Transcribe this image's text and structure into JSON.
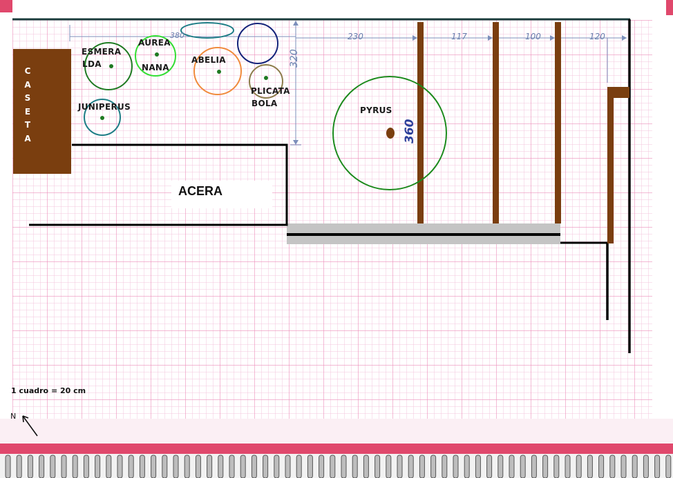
{
  "colors": {
    "grid_fine": "#f3c6dc",
    "grid_major": "#ec8fbb",
    "wood": "#7a3e0f",
    "red_band": "#e0486c",
    "dim_line": "#7d8fbb"
  },
  "caseta": {
    "label": "CASETA"
  },
  "acera": {
    "label": "ACERA"
  },
  "plants": [
    {
      "id": "esmeralda",
      "label_line1": "ESMERA",
      "label_line2": "LDA",
      "circle_color": "#1f7a22"
    },
    {
      "id": "aurea-nana",
      "label_line1": "AUREA",
      "label_line2": "NANA",
      "circle_color": "#33dd33"
    },
    {
      "id": "abelia",
      "label_line1": "ABELIA",
      "circle_color": "#f08a3c"
    },
    {
      "id": "plicata-bola",
      "label_line1": "PLICATA",
      "label_line2": "BOLA",
      "circle_color": "#8c7b4a"
    },
    {
      "id": "juniperus",
      "label_line1": "JUNIPERUS",
      "circle_color": "#1e7d86"
    },
    {
      "id": "pyrus",
      "label_line1": "PYRUS",
      "circle_color": "#1c8a1c"
    }
  ],
  "dimensions": {
    "d380": "380",
    "d230": "230",
    "d117": "117",
    "d100": "100",
    "d120": "120",
    "d320": "320",
    "d360": "360"
  },
  "scale_text": "1 cuadro = 20 cm",
  "north_text": "N"
}
